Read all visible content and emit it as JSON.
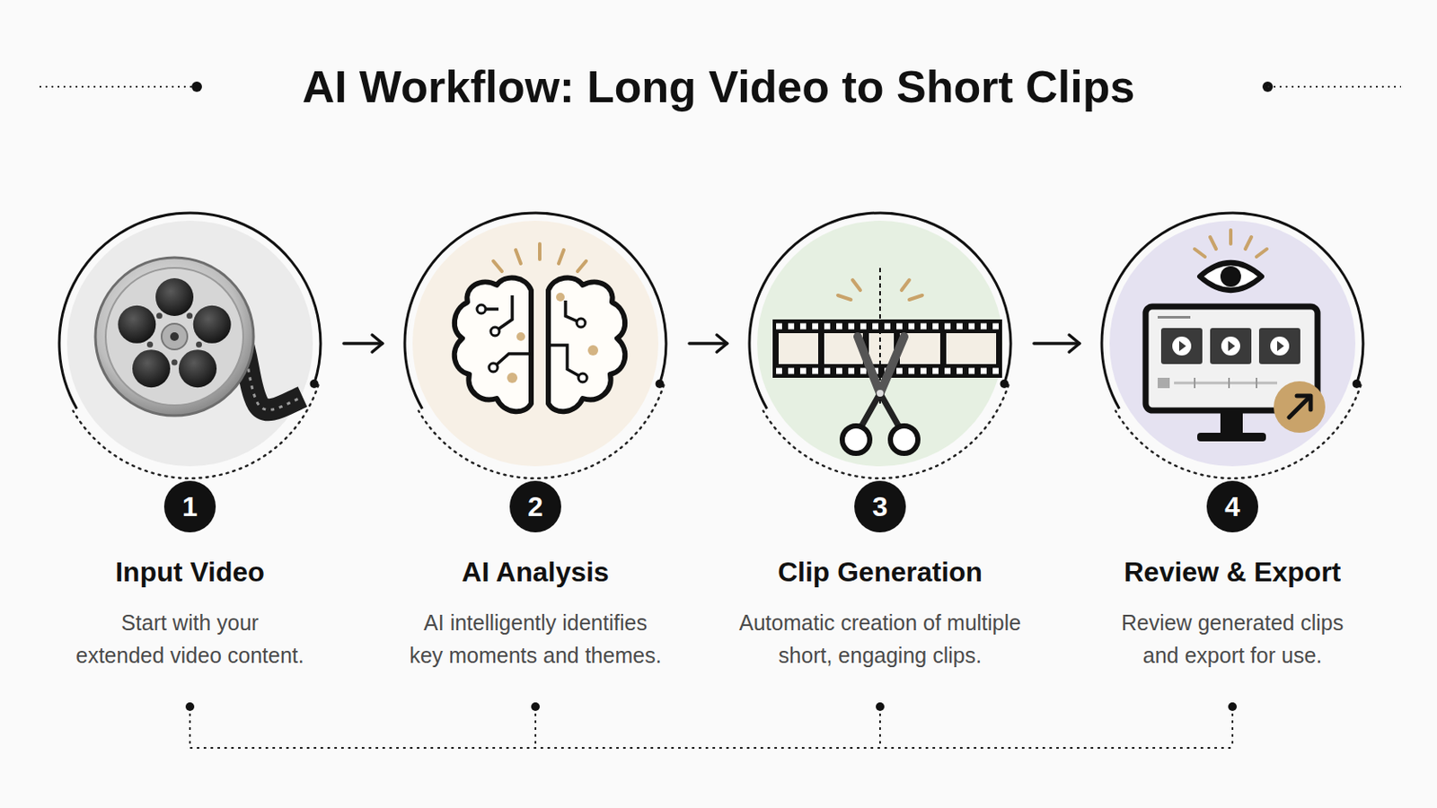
{
  "diagram": {
    "title": "AI Workflow: Long Video to Short Clips",
    "nodes": [
      {
        "text": [
          "Input Video",
          "Start with your extended video content."
        ]
      },
      {
        "text": [
          "1"
        ],
        "in": 0
      },
      {
        "text": [
          "AI Analysis",
          "AI intelligently identifies key moments and themes."
        ]
      },
      {
        "text": [
          "2"
        ],
        "in": 2
      },
      {
        "text": [
          "Clip Generation",
          "Automatic creation of multiple short, engaging clips."
        ]
      },
      {
        "text": [
          "3"
        ],
        "in": 4
      },
      {
        "text": [
          "Review & Export",
          "Review generated clips and export for use."
        ]
      },
      {
        "text": [
          "4"
        ],
        "in": 6
      }
    ],
    "edges": [
      {
        "from": 0,
        "to": 2,
        "arrow": "to"
      },
      {
        "from": 2,
        "to": 4,
        "arrow": "to"
      },
      {
        "from": 4,
        "to": 6,
        "arrow": "to"
      }
    ]
  }
}
